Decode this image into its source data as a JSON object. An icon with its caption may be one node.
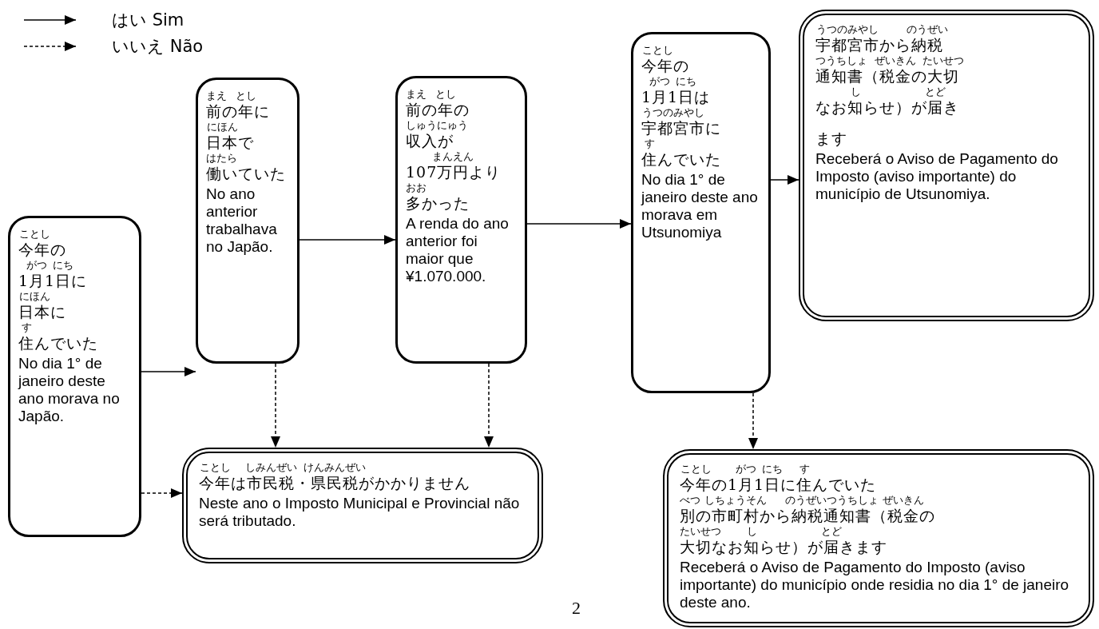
{
  "diagram": {
    "nodes": [
      {
        "text": [
          "ことし",
          "今年の",
          "がつ",
          "にち",
          "1月1日に",
          "にほん",
          "日本に",
          "す",
          "住んでいた",
          "No dia 1° de janeiro deste ano morava no Japão."
        ]
      },
      {
        "text": [
          "まえ",
          "とし",
          "前の年に",
          "にほん",
          "日本で",
          "はたら",
          "働いていた",
          "No ano anterior trabalhava no Japão."
        ]
      },
      {
        "text": [
          "まえ",
          "とし",
          "前の年の",
          "しゅうにゅう",
          "収入が",
          "まんえん",
          "107万円より",
          "おお",
          "多かった",
          "A renda do ano anterior foi maior que ¥1.070.000."
        ]
      },
      {
        "text": [
          "ことし",
          "今年の",
          "がつ",
          "にち",
          "1月1日は",
          "うつのみやし",
          "宇都宮市に",
          "す",
          "住んでいた",
          "No dia 1° de janeiro deste ano morava em Utsunomiya"
        ]
      },
      {
        "text": [
          "うつのみやし",
          "のうぜい",
          "宇都宮市から納税",
          "つうちしょ",
          "ぜいきん",
          "たいせつ",
          "通知書（税金の大切",
          "し",
          "とど",
          "なお知らせ）が届き",
          "ます",
          "Receberá o Aviso de Pagamento do Imposto (aviso importante) do município de Utsunomiya."
        ]
      },
      {
        "text": [
          "ことし",
          "しみんぜい",
          "けんみんぜい",
          "今年は市民税・県民税がかかりません",
          "Neste ano o Imposto Municipal e Provincial não será tributado."
        ]
      },
      {
        "text": [
          "ことし",
          "がつ",
          "にち",
          "す",
          "今年の1月1日に住んでいた",
          "べつ",
          "しちょうそん",
          "のうぜいつうちしょ",
          "ぜいきん",
          "別の市町村から納税通知書（税金の",
          "たいせつ",
          "し",
          "とど",
          "大切なお知らせ）が届きます",
          "Receberá o Aviso de Pagamento do Imposto (aviso importante) do município onde residia no dia 1° de janeiro deste ano."
        ]
      }
    ],
    "edges": [
      {
        "from": 0,
        "to": 1,
        "arrow": "to"
      },
      {
        "from": 1,
        "to": 2,
        "arrow": "to"
      },
      {
        "from": 2,
        "to": 3,
        "arrow": "to"
      },
      {
        "from": 3,
        "to": 4,
        "arrow": "to"
      },
      {
        "from": 0,
        "to": 5,
        "arrow": "to",
        "style": "dashed"
      },
      {
        "from": 1,
        "to": 5,
        "arrow": "to",
        "style": "dashed"
      },
      {
        "from": 2,
        "to": 5,
        "arrow": "to",
        "style": "dashed"
      },
      {
        "from": 3,
        "to": 6,
        "arrow": "to",
        "style": "dashed"
      }
    ],
    "labels": [
      "2"
    ],
    "legend": [
      {
        "text": "はい Sim"
      },
      {
        "text": "いいえ Não"
      }
    ]
  }
}
